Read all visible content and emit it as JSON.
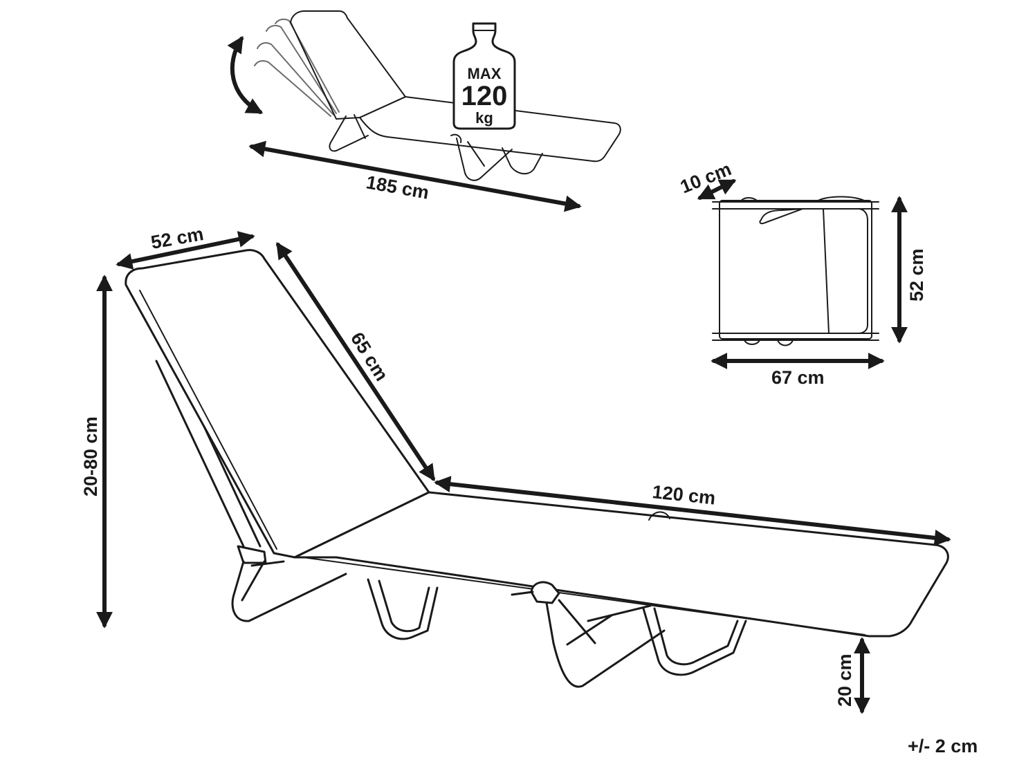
{
  "labels": {
    "overall_length": "185 cm",
    "width": "52 cm",
    "backrest_length": "65 cm",
    "height_range": "20-80 cm",
    "seat_length": "120 cm",
    "seat_height": "20 cm",
    "folded_depth": "10 cm",
    "folded_height": "52 cm",
    "folded_width": "67 cm",
    "tolerance": "+/- 2 cm"
  },
  "weight": {
    "max": "MAX",
    "value": "120",
    "unit": "kg"
  }
}
